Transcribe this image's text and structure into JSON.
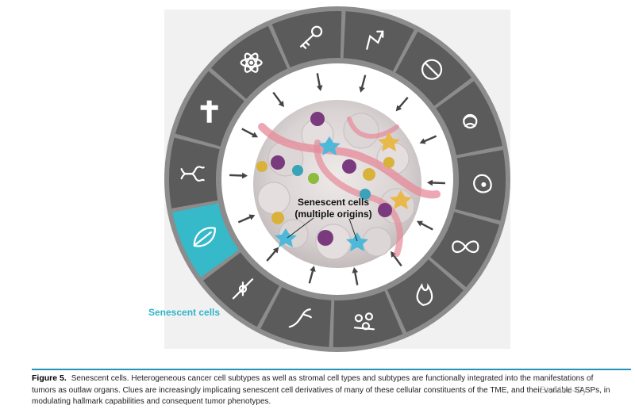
{
  "figure": {
    "center_label_line1": "Senescent cells",
    "center_label_line2": "(multiple origins)",
    "highlight_label": "Senescent cells",
    "colors": {
      "outer_ring": "#8c8c8c",
      "segment": "#5b5b5b",
      "highlight_segment": "#36b9c9",
      "highlight_text": "#2fb4c8",
      "arrow": "#444444"
    },
    "segment_icons": [
      "immortality-infinity-icon",
      "inflammation-flame-icon",
      "immune-cells-icon",
      "vasculature-branch-icon",
      "microbiome-icon",
      "senescent-leaf-icon",
      "genome-dna-icon",
      "avoiding-death-cross-icon",
      "energetics-atom-icon",
      "key-icon",
      "proliferation-arrow-icon",
      "suppressor-block-icon",
      "reprogramming-gear-icon",
      "invasion-cell-icon"
    ]
  },
  "caption": {
    "label": "Figure 5.",
    "text": "Senescent cells. Heterogeneous cancer cell subtypes as well as stromal cell types and subtypes are functionally integrated into the manifestations of tumors as outlaw organs. Clues are increasingly implicating senescent cell derivatives of many of these cellular constituents of the TME, and their variable SASPs, in modulating hallmark capabilities and consequent tumor phenotypes."
  },
  "watermark": "BioMed-Cy"
}
